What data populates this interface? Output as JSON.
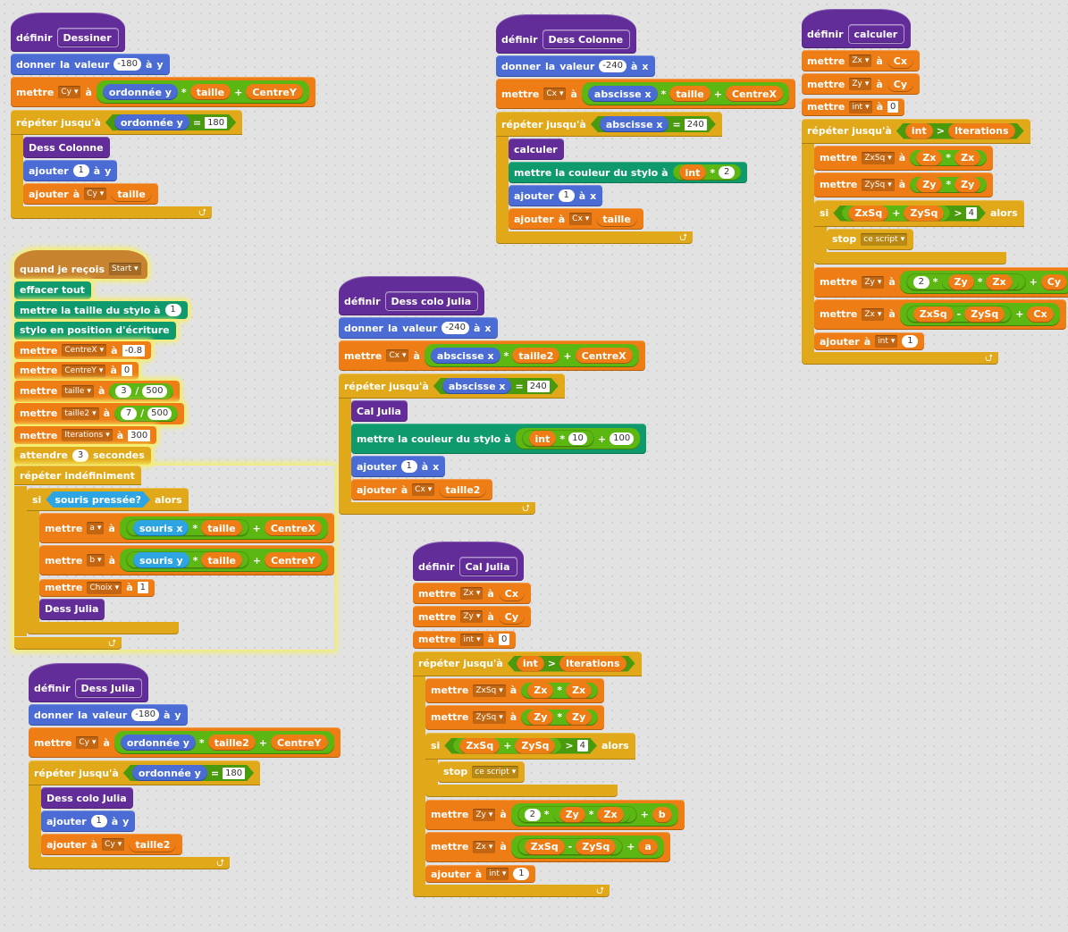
{
  "s1": {
    "hat": "définir",
    "name": "Dessiner",
    "l1": [
      "donner",
      "la",
      "valeur",
      "-180",
      "à",
      "y"
    ],
    "mettre": "mettre",
    "cy": "Cy",
    "a": "à",
    "ordy": "ordonnée y",
    "taille": "taille",
    "plus": "+",
    "centreY": "CentreY",
    "times": "*",
    "repeat": "répéter jusqu'à",
    "eq": "=",
    "v180": "180",
    "dessCol": "Dess Colonne",
    "ajouter": "ajouter",
    "one": "1",
    "y": "y"
  },
  "s2": {
    "hat": "définir",
    "name": "Dess Colonne",
    "donner": "donner la valeur",
    "v": "-240",
    "ax": "à x",
    "cx": "Cx",
    "absx": "abscisse x",
    "taille": "taille",
    "centreX": "CentreX",
    "repeat": "répéter jusqu'à",
    "v240": "240",
    "calculer": "calculer",
    "pencolor": "mettre la couleur du stylo à",
    "int": "int",
    "two": "2",
    "ajouter": "ajouter",
    "one": "1"
  },
  "s3": {
    "hat": "définir",
    "name": "calculer",
    "zx": "Zx",
    "zy": "Zy",
    "int": "int",
    "zero": "0",
    "cx": "Cx",
    "cy": "Cy",
    "iterations": "Iterations",
    "zxsq": "ZxSq",
    "zysq": "ZySq",
    "four": "4",
    "alors": "alors",
    "si": "si",
    "stop": "stop",
    "cescript": "ce script",
    "two": "2",
    "one": "1"
  },
  "s4": {
    "hat": "quand je reçois",
    "msg": "Start",
    "effacer": "effacer tout",
    "taille": "mettre la taille du stylo à",
    "one": "1",
    "stylo": "stylo en position d'écriture",
    "centrex": "CentreX",
    "m08": "-0.8",
    "centrey": "CentreY",
    "zero": "0",
    "tailleVar": "taille",
    "three": "3",
    "five00": "500",
    "taille2": "taille2",
    "seven": "7",
    "iter": "Iterations",
    "three00": "300",
    "attendre": "attendre",
    "secondes": "secondes",
    "forever": "répéter indéfiniment",
    "si": "si",
    "souris": "souris pressée?",
    "alors": "alors",
    "a": "a",
    "sourisx": "souris x",
    "b": "b",
    "sourisy": "souris y",
    "choix": "Choix",
    "dessJulia": "Dess Julia"
  },
  "s5": {
    "hat": "définir",
    "name": "Dess colo Julia",
    "v": "-240",
    "cx": "Cx",
    "absx": "abscisse x",
    "taille2": "taille2",
    "centreX": "CentreX",
    "v240": "240",
    "cal": "Cal Julia",
    "pencolor": "mettre la couleur du stylo à",
    "int": "int",
    "ten": "10",
    "hundred": "100",
    "one": "1"
  },
  "s6": {
    "hat": "définir",
    "name": "Dess Julia",
    "v": "-180",
    "cy": "Cy",
    "ordy": "ordonnée y",
    "taille2": "taille2",
    "centreY": "CentreY",
    "v180": "180",
    "dcj": "Dess colo Julia",
    "one": "1"
  },
  "s7": {
    "hat": "définir",
    "name": "Cal Julia",
    "b": "b",
    "a": "a"
  }
}
